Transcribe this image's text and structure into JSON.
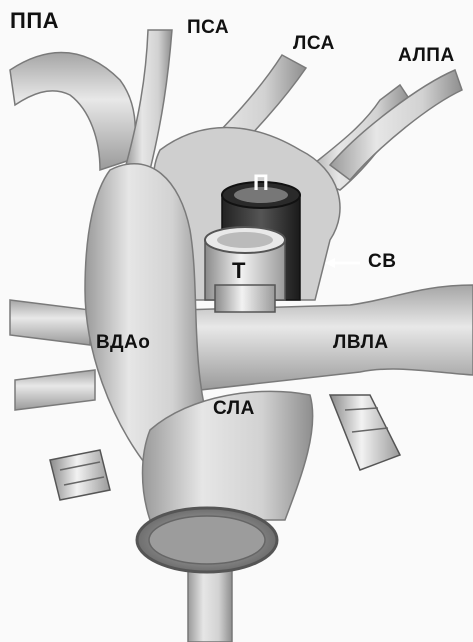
{
  "labels": {
    "ppa": "ППА",
    "psa": "ПСА",
    "lsa": "ЛСА",
    "alpa": "АЛПА",
    "p": "П",
    "t": "Т",
    "sv": "СВ",
    "vdao": "ВДАо",
    "lvla": "ЛВЛА",
    "sla": "СЛА"
  }
}
